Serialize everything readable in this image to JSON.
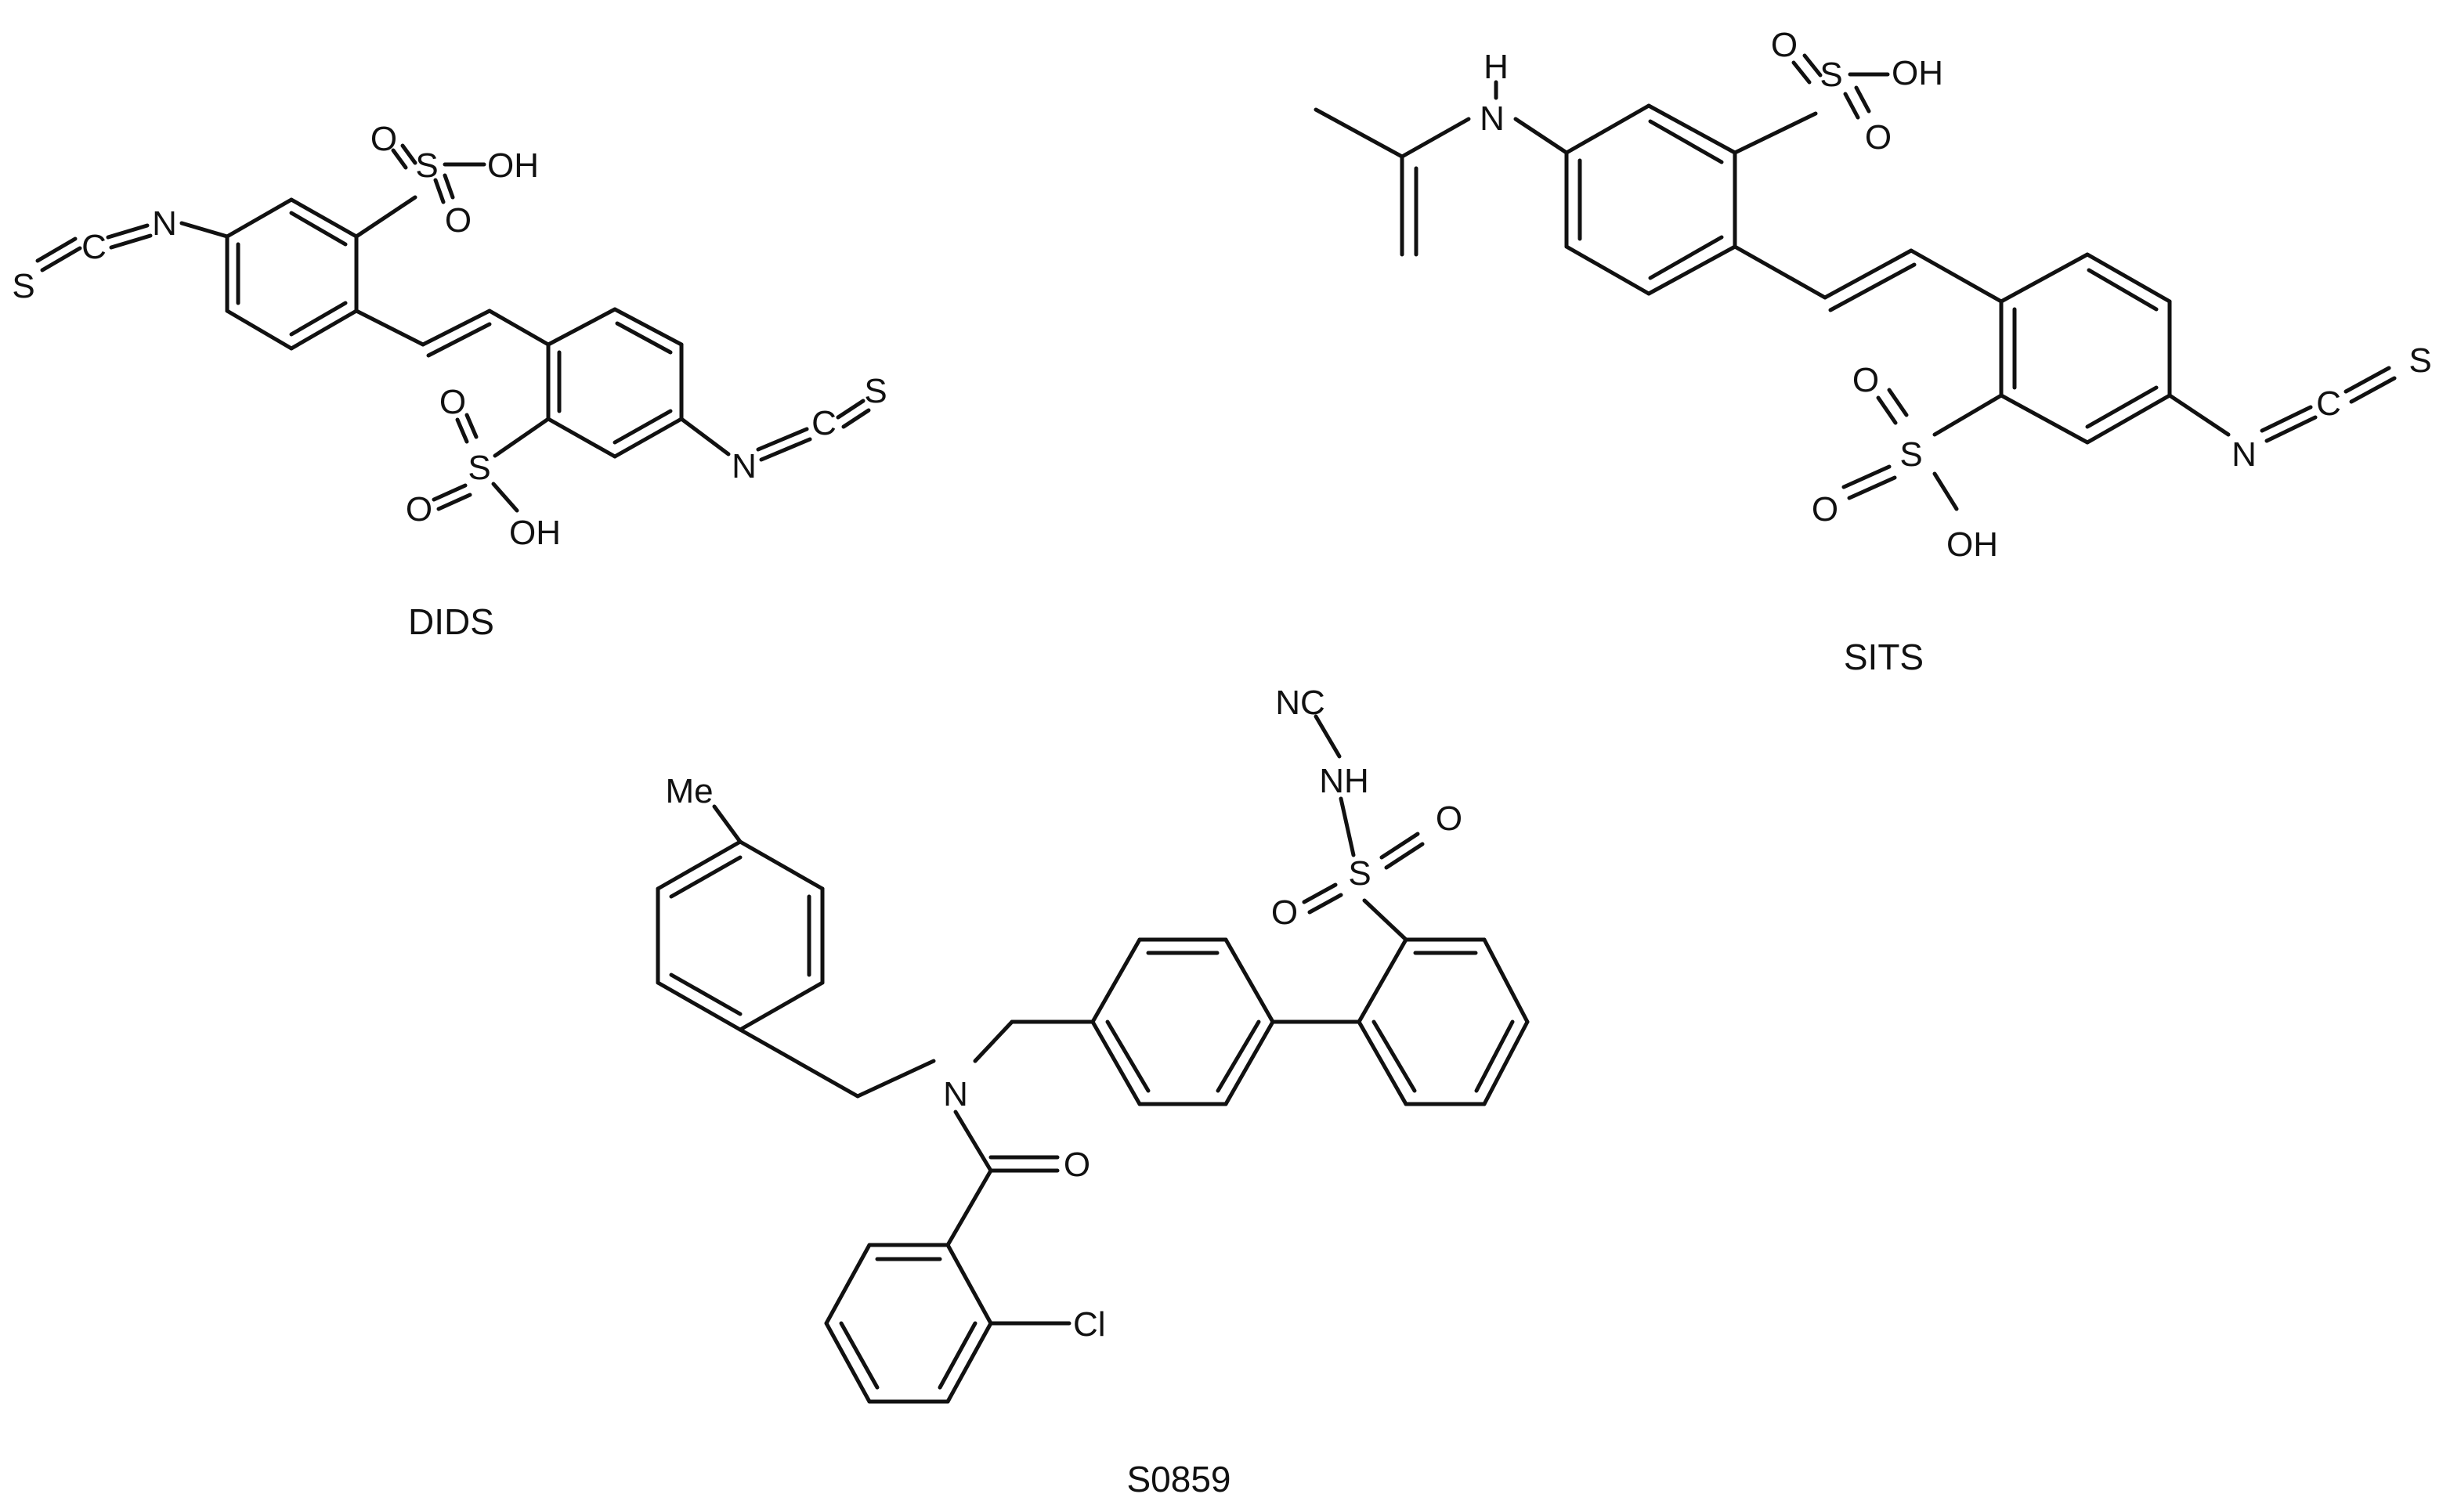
{
  "figure": {
    "compounds": [
      {
        "name": "DIDS",
        "labels": {
          "s_left": "S",
          "c_left": "C",
          "n_left": "N",
          "o_top1": "O",
          "s_sulf_top": "S",
          "o_top2": "O",
          "oh_top": "OH",
          "o_bot1": "O",
          "s_sulf_bot": "S",
          "o_bot2": "O",
          "oh_bot": "OH",
          "n_right": "N",
          "c_right": "C",
          "s_right": "S"
        }
      },
      {
        "name": "SITS",
        "labels": {
          "h_amine": "H",
          "n_amine": "N",
          "o_top1": "O",
          "s_sulf_top": "S",
          "o_top2": "O",
          "oh_top": "OH",
          "o_bot1": "O",
          "s_sulf_bot": "S",
          "o_bot2": "O",
          "oh_bot": "OH",
          "n_right": "N",
          "c_right": "C",
          "s_right": "S"
        }
      },
      {
        "name": "S0859",
        "labels": {
          "me": "Me",
          "n_amide": "N",
          "o_carbonyl": "O",
          "cl": "Cl",
          "nc": "NC",
          "nh": "NH",
          "s_sulf": "S",
          "o_sulf1": "O",
          "o_sulf2": "O"
        }
      }
    ]
  }
}
